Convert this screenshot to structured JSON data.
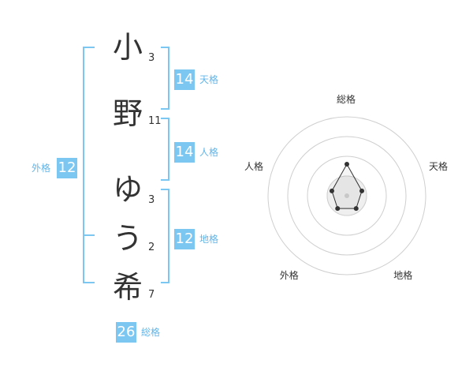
{
  "name": {
    "chars": [
      {
        "char": "小",
        "strokes": "3"
      },
      {
        "char": "野",
        "strokes": "11"
      },
      {
        "char": "ゆ",
        "strokes": "3"
      },
      {
        "char": "う",
        "strokes": "2"
      },
      {
        "char": "希",
        "strokes": "7"
      }
    ]
  },
  "kakusu": {
    "tenkaku": {
      "value": "14",
      "label": "天格"
    },
    "jinkaku": {
      "value": "14",
      "label": "人格"
    },
    "chikaku": {
      "value": "12",
      "label": "地格"
    },
    "gaikaku": {
      "value": "12",
      "label": "外格"
    },
    "soukaku": {
      "value": "26",
      "label": "総格"
    }
  },
  "chart_data": {
    "type": "radar",
    "axes": [
      "総格",
      "天格",
      "地格",
      "外格",
      "人格"
    ],
    "values": [
      2,
      1,
      1,
      1,
      1
    ],
    "max": 5,
    "rings": 4
  },
  "colors": {
    "accent": "#7cc7f2",
    "label": "#62b5e8"
  }
}
